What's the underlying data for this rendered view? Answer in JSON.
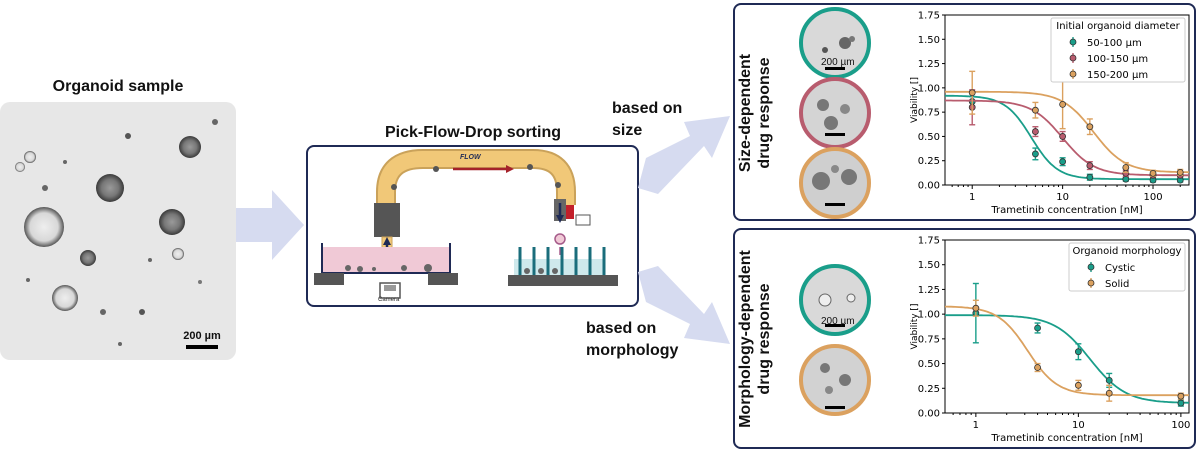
{
  "sample": {
    "title": "Organoid sample",
    "scale_label": "200 µm"
  },
  "sorter": {
    "title": "Pick-Flow-Drop sorting",
    "flow_label": "FLOW",
    "camera_label": "Camera"
  },
  "arrows": {
    "size_label_line1": "based on",
    "size_label_line2": "size",
    "morph_label_line1": "based on",
    "morph_label_line2": "morphology"
  },
  "panel_size": {
    "vertical_line1": "Size-dependent",
    "vertical_line2": "drug response",
    "scale_label": "200 µm"
  },
  "panel_morph": {
    "vertical_line1": "Morphology-dependent",
    "vertical_line2": "drug response",
    "scale_label": "200 µm"
  },
  "colors": {
    "teal": "#1a9e8a",
    "rose": "#b85c6e",
    "orange": "#dba15f",
    "arrow": "#d6dbf0",
    "navy": "#1f2a55",
    "flow_tube": "#f1c878"
  },
  "chart_data": [
    {
      "type": "line",
      "xscale": "log",
      "xlabel": "Trametinib concentration [nM]",
      "ylabel": "Viability []",
      "ylim": [
        0,
        1.75
      ],
      "xlim": [
        0.5,
        250
      ],
      "xticks": [
        "1",
        "10",
        "100"
      ],
      "yticks": [
        "0.00",
        "0.25",
        "0.50",
        "0.75",
        "1.00",
        "1.25",
        "1.50",
        "1.75"
      ],
      "legend_title": "Initial organoid diameter",
      "legend_position": "top-right",
      "series": [
        {
          "name": "50-100 µm",
          "color": "#1a9e8a",
          "x": [
            1,
            5,
            10,
            20,
            50,
            100,
            200
          ],
          "y": [
            0.86,
            0.32,
            0.24,
            0.08,
            0.06,
            0.05,
            0.05
          ],
          "err": [
            0.05,
            0.06,
            0.04,
            0.03,
            0.02,
            0.02,
            0.02
          ],
          "fit": {
            "top": 0.92,
            "bottom": 0.06,
            "ic50": 4.5,
            "hill": 3
          }
        },
        {
          "name": "100-150 µm",
          "color": "#b85c6e",
          "x": [
            1,
            5,
            10,
            20,
            50,
            100,
            200
          ],
          "y": [
            0.8,
            0.55,
            0.5,
            0.2,
            0.12,
            0.1,
            0.1
          ],
          "err": [
            0.18,
            0.05,
            0.05,
            0.04,
            0.03,
            0.02,
            0.02
          ],
          "fit": {
            "top": 0.87,
            "bottom": 0.1,
            "ic50": 10,
            "hill": 2.5
          }
        },
        {
          "name": "150-200 µm",
          "color": "#dba15f",
          "x": [
            1,
            5,
            10,
            20,
            50,
            100,
            200
          ],
          "y": [
            0.95,
            0.77,
            0.83,
            0.6,
            0.18,
            0.12,
            0.13
          ],
          "err": [
            0.22,
            0.08,
            0.25,
            0.08,
            0.05,
            0.03,
            0.03
          ],
          "fit": {
            "top": 0.96,
            "bottom": 0.13,
            "ic50": 22,
            "hill": 2.5
          }
        }
      ]
    },
    {
      "type": "line",
      "xscale": "log",
      "xlabel": "Trametinib concentration [nM]",
      "ylabel": "Viability []",
      "ylim": [
        0,
        1.75
      ],
      "xlim": [
        0.5,
        120
      ],
      "xticks": [
        "1",
        "10",
        "100"
      ],
      "yticks": [
        "0.00",
        "0.25",
        "0.50",
        "0.75",
        "1.00",
        "1.25",
        "1.50",
        "1.75"
      ],
      "legend_title": "Organoid morphology",
      "legend_position": "top-right",
      "series": [
        {
          "name": "Cystic",
          "color": "#1a9e8a",
          "x": [
            1,
            4,
            10,
            20,
            100
          ],
          "y": [
            1.01,
            0.86,
            0.62,
            0.33,
            0.1
          ],
          "err": [
            0.3,
            0.05,
            0.08,
            0.07,
            0.03
          ],
          "fit": {
            "top": 0.99,
            "bottom": 0.1,
            "ic50": 13,
            "hill": 2.5
          }
        },
        {
          "name": "Solid",
          "color": "#dba15f",
          "x": [
            1,
            4,
            10,
            20,
            100
          ],
          "y": [
            1.06,
            0.46,
            0.28,
            0.2,
            0.17
          ],
          "err": [
            0.08,
            0.04,
            0.05,
            0.08,
            0.03
          ],
          "fit": {
            "top": 1.08,
            "bottom": 0.18,
            "ic50": 3.2,
            "hill": 3
          }
        }
      ]
    }
  ]
}
